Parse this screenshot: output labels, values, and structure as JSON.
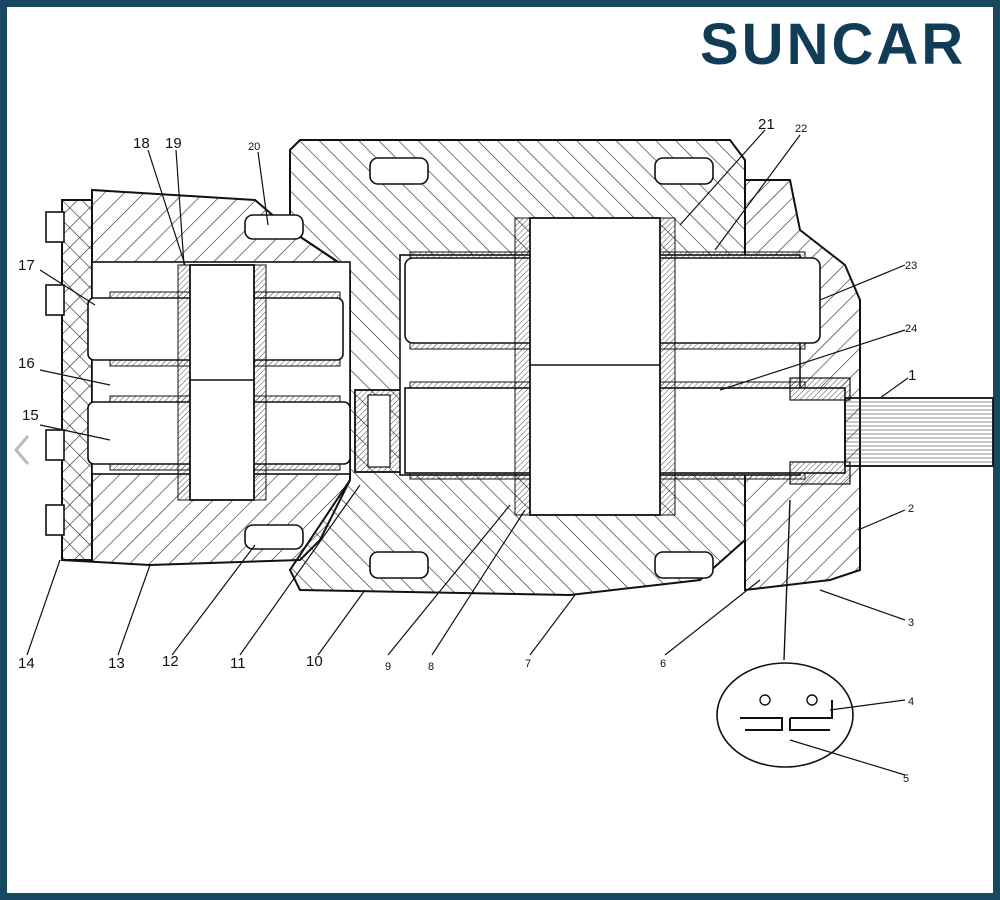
{
  "brand": {
    "logo_text": "SUNCAR",
    "logo_color": "#103c56",
    "frame_color": "#17485f"
  },
  "navigation": {
    "prev_icon": "chevron-left-icon"
  },
  "callouts": {
    "c1": "1",
    "c2": "2",
    "c3": "3",
    "c4": "4",
    "c5": "5",
    "c6": "6",
    "c7": "7",
    "c8": "8",
    "c9": "9",
    "c10": "10",
    "c11": "11",
    "c12": "12",
    "c13": "13",
    "c14": "14",
    "c15": "15",
    "c16": "16",
    "c17": "17",
    "c18": "18",
    "c19": "19",
    "c20": "20",
    "c21": "21",
    "c22": "22",
    "c23": "23",
    "c24": "24"
  }
}
